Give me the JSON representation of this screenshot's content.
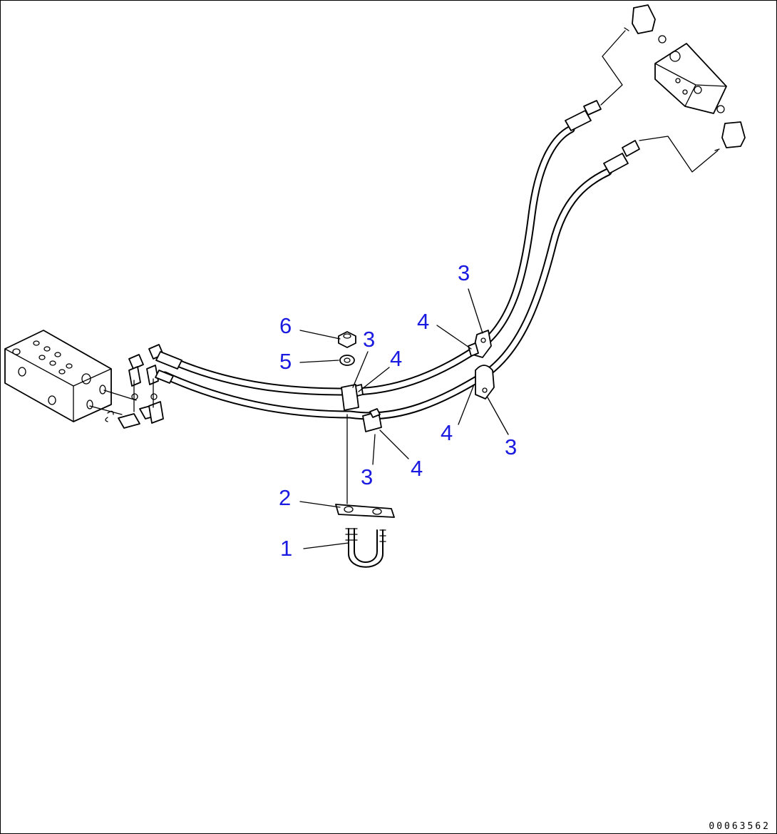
{
  "drawing": {
    "code": "00063562",
    "callouts": [
      {
        "id": "c1",
        "label": "1"
      },
      {
        "id": "c2",
        "label": "2"
      },
      {
        "id": "c3a",
        "label": "3"
      },
      {
        "id": "c3b",
        "label": "3"
      },
      {
        "id": "c3c",
        "label": "3"
      },
      {
        "id": "c3d",
        "label": "3"
      },
      {
        "id": "c4a",
        "label": "4"
      },
      {
        "id": "c4b",
        "label": "4"
      },
      {
        "id": "c4c",
        "label": "4"
      },
      {
        "id": "c4d",
        "label": "4"
      },
      {
        "id": "c5",
        "label": "5"
      },
      {
        "id": "c6",
        "label": "6"
      }
    ]
  },
  "colors": {
    "callout": "#1a1ae0",
    "linework": "#000000",
    "background": "#ffffff"
  }
}
